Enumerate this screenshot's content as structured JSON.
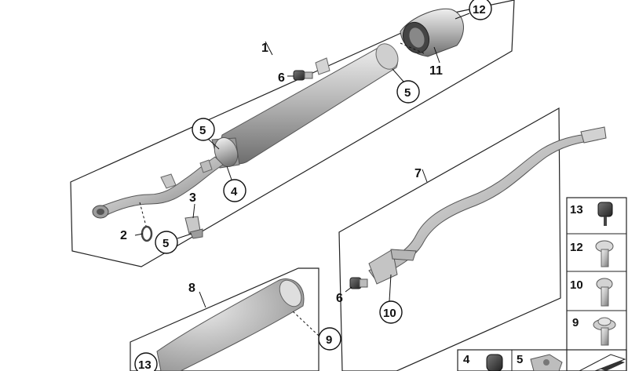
{
  "labels": {
    "main_assembly": "1",
    "clamp": "2",
    "bracket": "3",
    "ring_lower": "4",
    "gasket_front": "5",
    "gasket_rear": "5",
    "gasket_bracket": "5",
    "rubber_mount_top": "6",
    "rubber_mount_bottom": "6",
    "holder_arm": "7",
    "cover": "8",
    "cover_screw": "9",
    "arm_screw": "10",
    "end_cap": "11",
    "end_cap_ref": "12",
    "cover_ref": "13"
  },
  "side_table": {
    "rows": [
      {
        "label": "13",
        "icon": "rubber-buffer"
      },
      {
        "label": "12",
        "icon": "hex-screw"
      },
      {
        "label": "10",
        "icon": "torx-screw"
      },
      {
        "label": "9",
        "icon": "flange-screw"
      }
    ],
    "bottom_row": [
      {
        "label": "4",
        "icon": "rubber-cap"
      },
      {
        "label": "5",
        "icon": "clip-bracket"
      },
      {
        "label": "",
        "icon": "gasket-strip"
      }
    ]
  }
}
